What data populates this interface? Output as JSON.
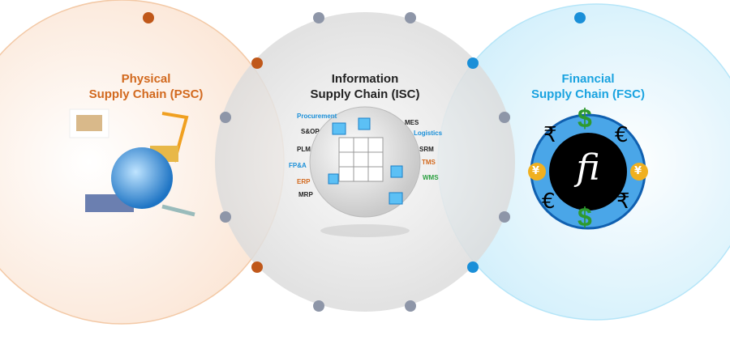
{
  "psc": {
    "line1": "Physical",
    "line2": "Supply Chain (PSC)",
    "color": "#d2691e"
  },
  "isc": {
    "line1": "Information",
    "line2": "Supply Chain (ISC)",
    "color": "#222222",
    "left_labels": [
      "Procurement",
      "S&OP",
      "PLM",
      "FP&A",
      "ERP",
      "MRP"
    ],
    "right_labels": [
      "MES",
      "Logistics",
      "SRM",
      "TMS",
      "WMS"
    ]
  },
  "fsc": {
    "line1": "Financial",
    "line2": "Supply Chain (FSC)",
    "color": "#1aa3e0",
    "emblem": "fi",
    "currency": [
      "$",
      "€",
      "₹",
      "¥",
      "€",
      "₹",
      "¥",
      "$"
    ]
  }
}
